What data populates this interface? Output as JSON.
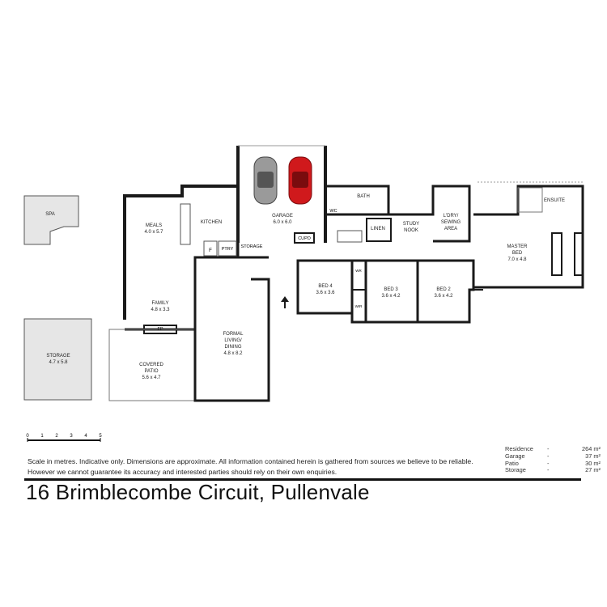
{
  "rooms": [
    {
      "id": "spa",
      "name": "SPA",
      "dims": ""
    },
    {
      "id": "storage-out",
      "name": "STORAGE",
      "dims": "4.7 x 5.8"
    },
    {
      "id": "meals",
      "name": "MEALS",
      "dims": "4.0 x 5.7"
    },
    {
      "id": "kitchen",
      "name": "KITCHEN",
      "dims": ""
    },
    {
      "id": "family",
      "name": "FAMILY",
      "dims": "4.8 x 3.3"
    },
    {
      "id": "patio",
      "name": "COVERED\nPATIO",
      "dims": "5.6 x 4.7"
    },
    {
      "id": "formal",
      "name": "FORMAL\nLIVING/\nDINING",
      "dims": "4.8 x 8.2"
    },
    {
      "id": "garage",
      "name": "GARAGE",
      "dims": "6.0 x 6.0"
    },
    {
      "id": "bath",
      "name": "BATH",
      "dims": ""
    },
    {
      "id": "linen",
      "name": "LINEN",
      "dims": ""
    },
    {
      "id": "study",
      "name": "STUDY\nNOOK",
      "dims": ""
    },
    {
      "id": "laundry",
      "name": "L'DRY/\nSEWING\nAREA",
      "dims": ""
    },
    {
      "id": "ensuite",
      "name": "ENSUITE",
      "dims": ""
    },
    {
      "id": "master",
      "name": "MASTER\nBED",
      "dims": "7.0 x 4.8"
    },
    {
      "id": "bed4",
      "name": "BED 4",
      "dims": "3.6 x 3.6"
    },
    {
      "id": "bed3",
      "name": "BED 3",
      "dims": "3.6 x 4.2"
    },
    {
      "id": "bed2",
      "name": "BED 2",
      "dims": "3.6 x 4.2"
    }
  ],
  "small_labels": {
    "wc": "WC",
    "cupd": "CUPD",
    "storage_in": "STORAGE",
    "ptry": "PTRY",
    "f": "F",
    "fp": "FP",
    "wr": "WR",
    "wir": "WIR"
  },
  "scale": {
    "ticks": [
      "0",
      "1",
      "2",
      "3",
      "4",
      "5"
    ],
    "unit": "metres"
  },
  "disclaimer": "Scale in metres. Indicative only. Dimensions are approximate.  All information contained herein is gathered from sources we believe to be reliable. However we cannot guarantee its accuracy and interested parties should rely on their own enquiries.",
  "areas": [
    {
      "label": "Residence",
      "value": "264 m²"
    },
    {
      "label": "Garage",
      "value": "37 m²"
    },
    {
      "label": "Patio",
      "value": "30 m²"
    },
    {
      "label": "Storage",
      "value": "27 m²"
    }
  ],
  "address": "16 Brimblecombe Circuit, Pullenvale",
  "colors": {
    "wall": "#1a1a1a",
    "outbuilding": "#e6e6e6",
    "car_left": "#9a9a9a",
    "car_right": "#d0191c"
  }
}
